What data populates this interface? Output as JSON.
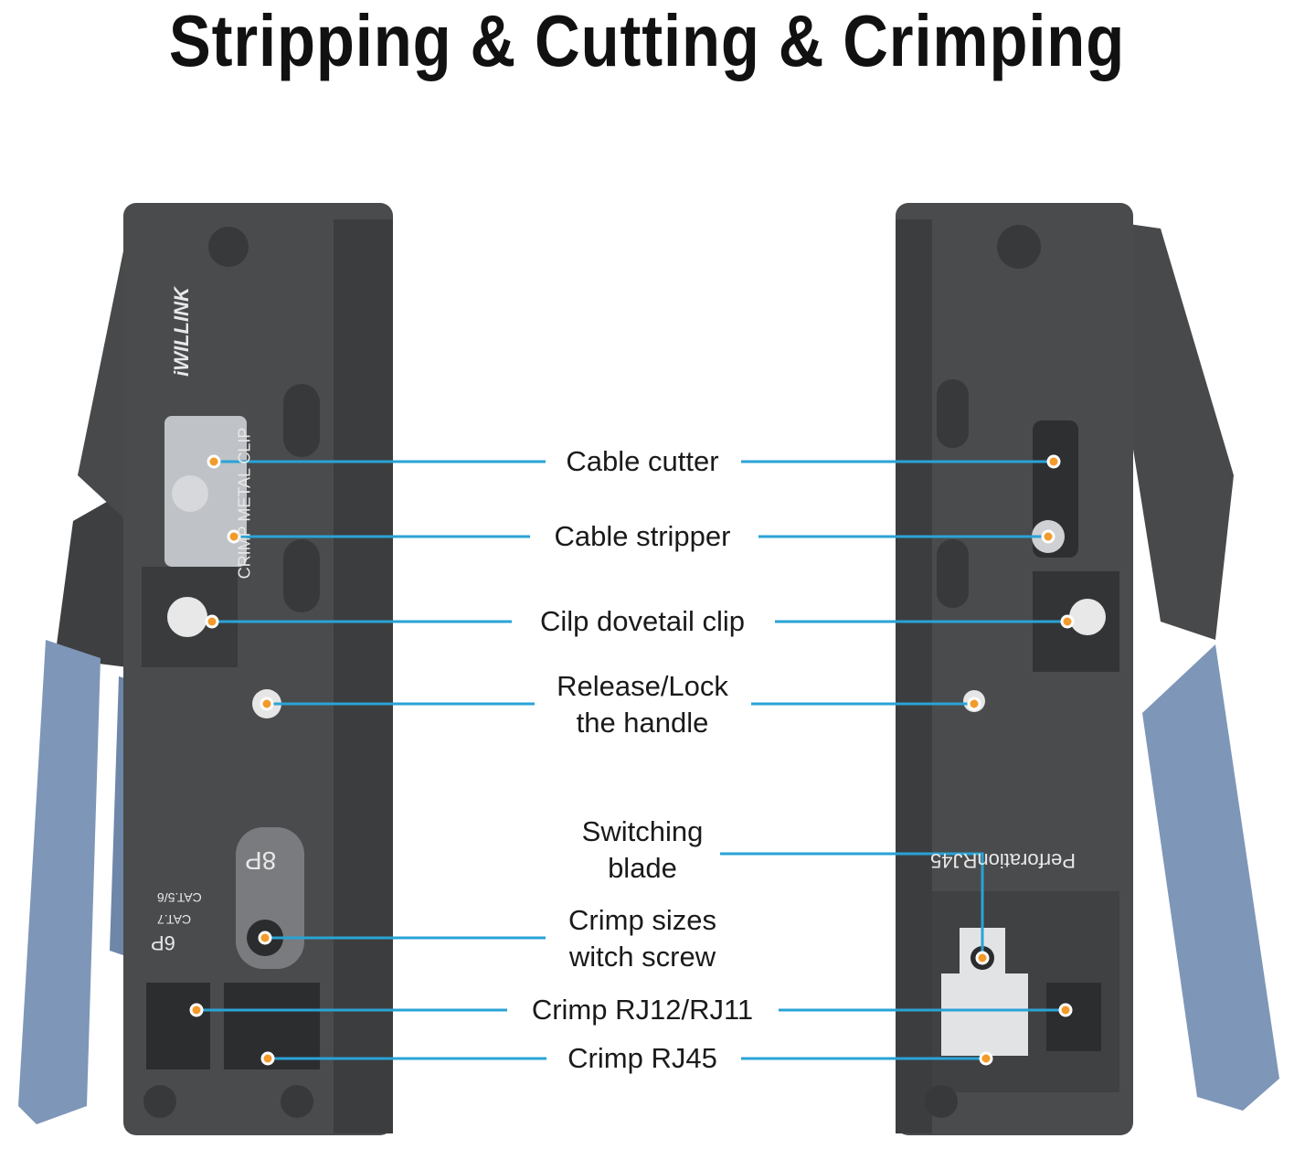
{
  "title": "Stripping & Cutting & Crimping",
  "colors": {
    "line": "#2aa3d6",
    "dot": "#f39a2a",
    "body": "#48494b",
    "handle": "#7e96b8"
  },
  "labels": {
    "cable_cutter": "Cable cutter",
    "cable_stripper": "Cable stripper",
    "clip_dovetail": "Cilp dovetail clip",
    "release_1": "Release/Lock",
    "release_2": "the handle",
    "switching_1": "Switching",
    "switching_2": "blade",
    "crimp_sizes_1": "Crimp sizes",
    "crimp_sizes_2": "witch screw",
    "rj12": "Crimp RJ12/RJ11",
    "rj45": "Crimp RJ45"
  },
  "tool_markings": {
    "brand": "iWILLINK",
    "crimp_metal_clip": "CRIMP METAL CLIP",
    "p8": "8P",
    "p6": "6P",
    "cat56": "CAT.5/6",
    "cat7": "CAT.7",
    "perforation": "PerforationRJ45"
  }
}
